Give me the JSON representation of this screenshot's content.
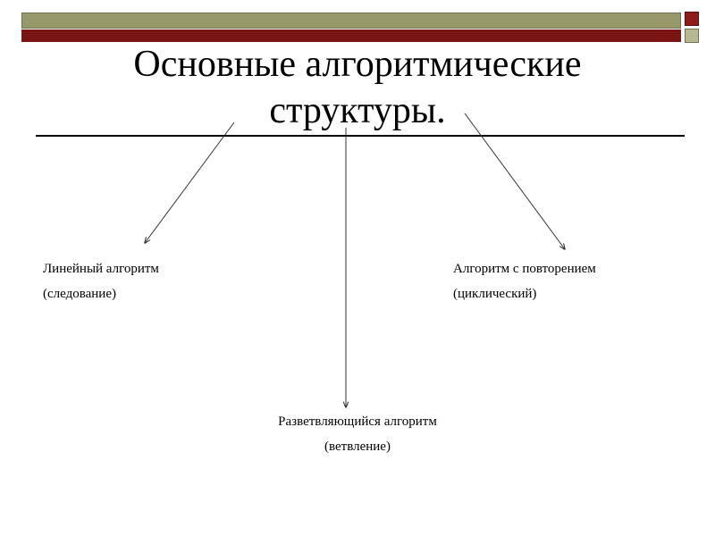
{
  "slide": {
    "title_line1": "Основные алгоритмические",
    "title_line2": "структуры."
  },
  "branches": {
    "linear": {
      "line1": "Линейный алгоритм",
      "line2": "(следование)"
    },
    "cyclic": {
      "line1": "Алгоритм с повторением",
      "line2": "(циклический)"
    },
    "branching": {
      "line1": "Разветвляющийся алгоритм",
      "line2": "(ветвление)"
    }
  },
  "colors": {
    "olive": "#98996b",
    "dark_red": "#7a1515",
    "arrow": "#333333"
  }
}
